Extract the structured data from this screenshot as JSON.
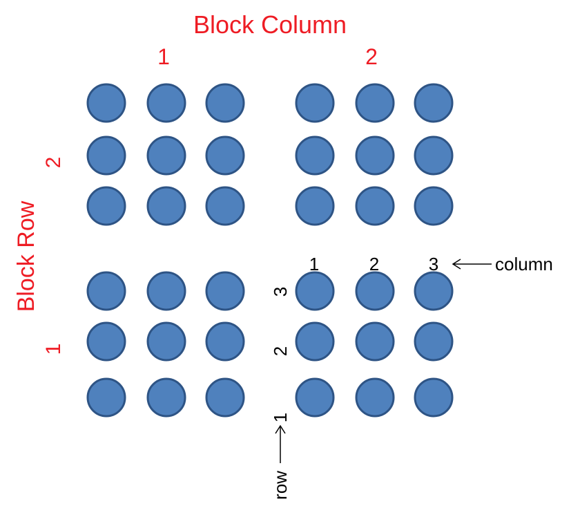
{
  "labels": {
    "block_column": "Block Column",
    "block_row": "Block Row",
    "block_col_1": "1",
    "block_col_2": "2",
    "block_row_2": "2",
    "block_row_1": "1",
    "col_1": "1",
    "col_2": "2",
    "col_3": "3",
    "column": "column",
    "row_3": "3",
    "row_2": "2",
    "row_1": "1",
    "row": "row"
  },
  "grid": {
    "block_rows": 2,
    "block_columns": 2,
    "rows_per_block": 3,
    "columns_per_block": 3
  },
  "colors": {
    "dot_fill": "#4f81bd",
    "dot_stroke": "#2e5485",
    "block_label": "#ee1c24",
    "inner_label": "#000000"
  }
}
